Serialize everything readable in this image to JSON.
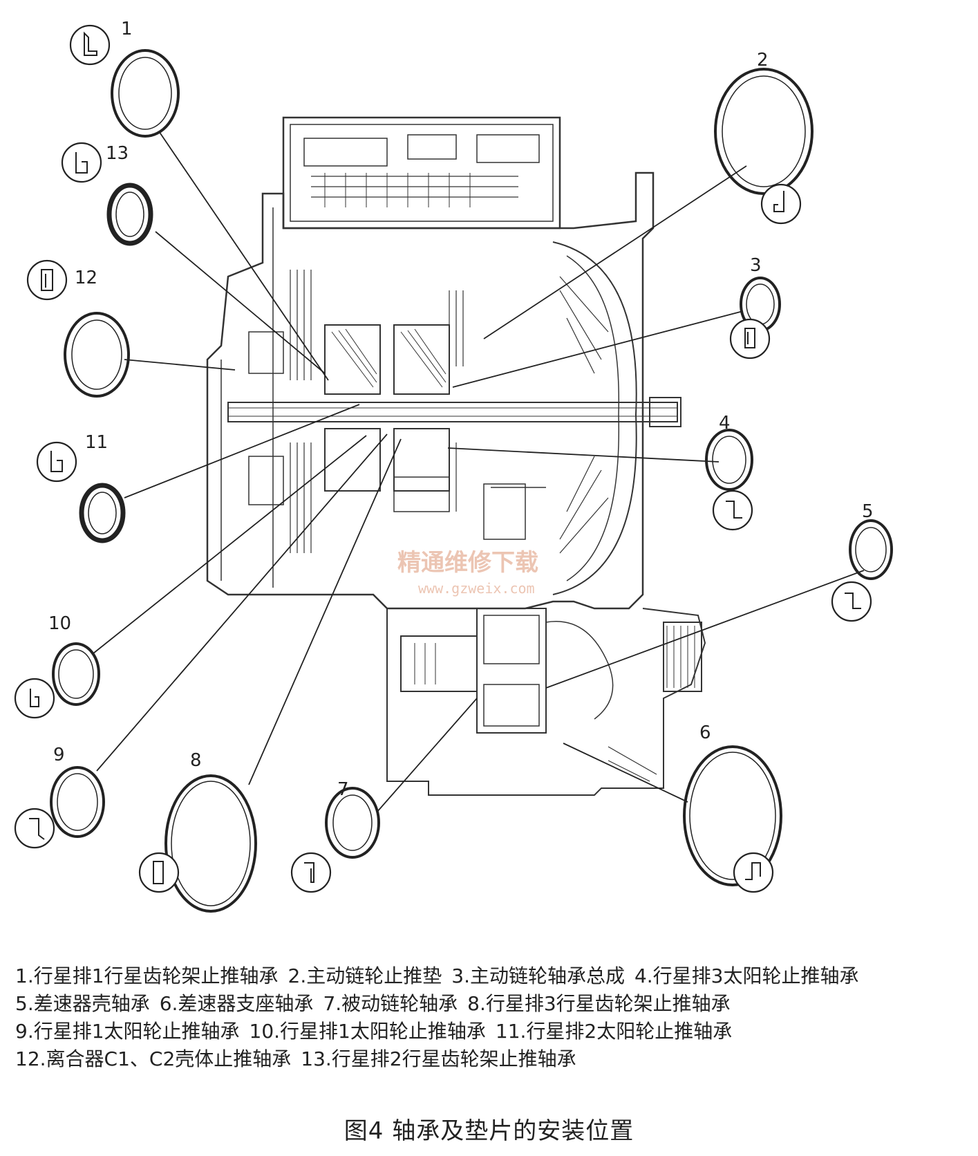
{
  "figure": {
    "caption": "图4  轴承及垫片的安装位置",
    "watermark": "精通维修下载",
    "watermark_url": "www.gzweix.com"
  },
  "parts": [
    {
      "num": "1",
      "name": "行星排1行星齿轮架止推轴承"
    },
    {
      "num": "2",
      "name": "主动链轮止推垫"
    },
    {
      "num": "3",
      "name": "主动链轮轴承总成"
    },
    {
      "num": "4",
      "name": "行星排3太阳轮止推轴承"
    },
    {
      "num": "5",
      "name": "差速器壳轴承"
    },
    {
      "num": "6",
      "name": "差速器支座轴承"
    },
    {
      "num": "7",
      "name": "被动链轮轴承"
    },
    {
      "num": "8",
      "name": "行星排3行星齿轮架止推轴承"
    },
    {
      "num": "9",
      "name": "行星排1太阳轮止推轴承"
    },
    {
      "num": "10",
      "name": "行星排1太阳轮止推轴承"
    },
    {
      "num": "11",
      "name": "行星排2太阳轮止推轴承"
    },
    {
      "num": "12",
      "name": "离合器C1、C2壳体止推轴承"
    },
    {
      "num": "13",
      "name": "行星排2行星齿轮架止推轴承"
    }
  ],
  "legend": [
    "1.行星排1行星齿轮架止推轴承",
    "2.主动链轮止推垫",
    "3.主动链轮轴承总成",
    "4.行星排3太阳轮止推轴承",
    "5.差速器壳轴承",
    "6.差速器支座轴承",
    "7.被动链轮轴承",
    "8.行星排3行星齿轮架止推轴承",
    "9.行星排1太阳轮止推轴承",
    "10.行星排1太阳轮止推轴承",
    "11.行星排2太阳轮止推轴承",
    "12.离合器C1、C2壳体止推轴承",
    "13.行星排2行星齿轮架止推轴承"
  ]
}
